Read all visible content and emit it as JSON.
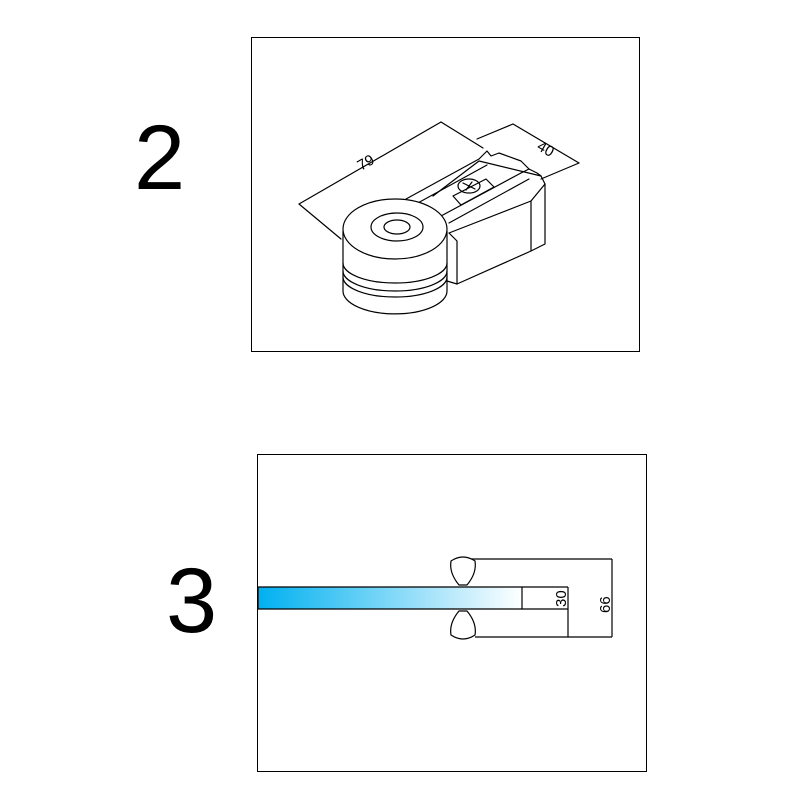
{
  "steps": [
    {
      "number": "2",
      "dimensions": {
        "length": "79",
        "width": "40"
      }
    },
    {
      "number": "3",
      "dimensions": {
        "inner": "30",
        "outer": "66"
      }
    }
  ],
  "colors": {
    "glass_start": "#00b0f0",
    "glass_end": "#ffffff",
    "line": "#000000"
  }
}
